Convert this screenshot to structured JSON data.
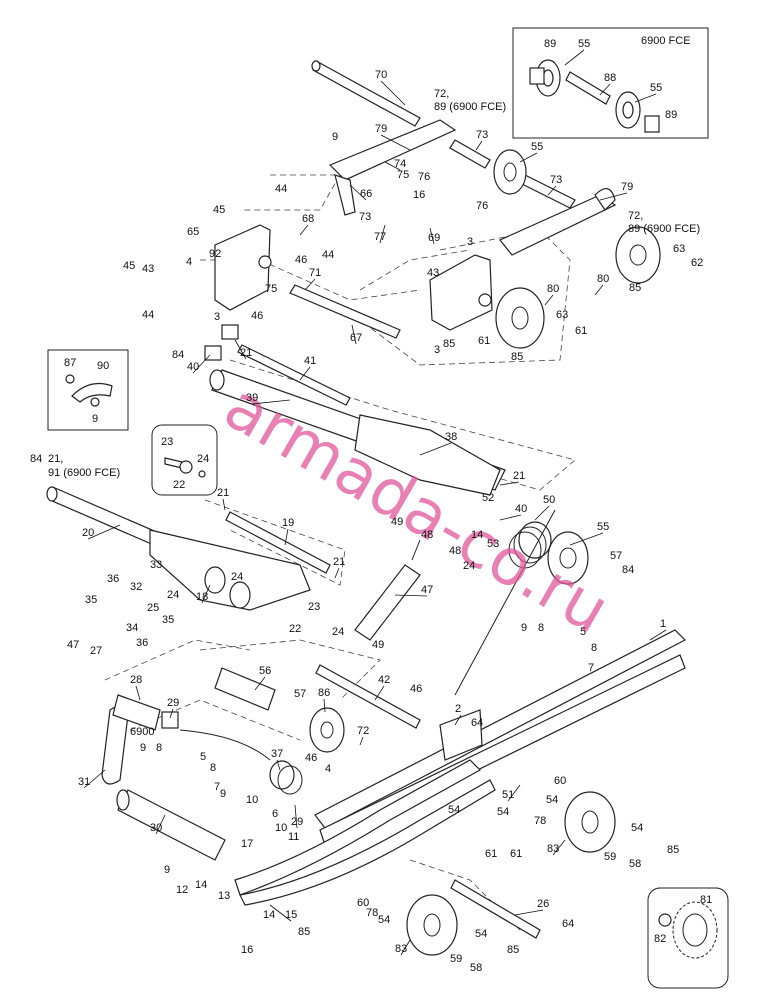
{
  "watermark": "armada-co.ru",
  "callouts": [
    {
      "id": "c-1",
      "text": "1"
    },
    {
      "id": "c-2",
      "text": "2"
    },
    {
      "id": "c-3a",
      "text": "3"
    },
    {
      "id": "c-3b",
      "text": "3"
    },
    {
      "id": "c-3c",
      "text": "3"
    },
    {
      "id": "c-4a",
      "text": "4"
    },
    {
      "id": "c-4b",
      "text": "4"
    },
    {
      "id": "c-5a",
      "text": "5"
    },
    {
      "id": "c-5b",
      "text": "5"
    },
    {
      "id": "c-6",
      "text": "6"
    },
    {
      "id": "c-7a",
      "text": "7"
    },
    {
      "id": "c-7b",
      "text": "7"
    },
    {
      "id": "c-8a",
      "text": "8"
    },
    {
      "id": "c-8b",
      "text": "8"
    },
    {
      "id": "c-8c",
      "text": "8"
    },
    {
      "id": "c-8d",
      "text": "8"
    },
    {
      "id": "c-9a",
      "text": "9"
    },
    {
      "id": "c-9b",
      "text": "9"
    },
    {
      "id": "c-9c",
      "text": "9"
    },
    {
      "id": "c-9d",
      "text": "9"
    },
    {
      "id": "c-9e",
      "text": "9"
    },
    {
      "id": "c-9f",
      "text": "9"
    },
    {
      "id": "c-10a",
      "text": "10"
    },
    {
      "id": "c-10b",
      "text": "10"
    },
    {
      "id": "c-11",
      "text": "11"
    },
    {
      "id": "c-12",
      "text": "12"
    },
    {
      "id": "c-13",
      "text": "13"
    },
    {
      "id": "c-14a",
      "text": "14"
    },
    {
      "id": "c-14b",
      "text": "14"
    },
    {
      "id": "c-14c",
      "text": "14"
    },
    {
      "id": "c-15",
      "text": "15"
    },
    {
      "id": "c-16a",
      "text": "16"
    },
    {
      "id": "c-16b",
      "text": "16"
    },
    {
      "id": "c-17",
      "text": "17"
    },
    {
      "id": "c-18",
      "text": "18"
    },
    {
      "id": "c-19",
      "text": "19"
    },
    {
      "id": "c-20",
      "text": "20"
    },
    {
      "id": "c-21a",
      "text": "21"
    },
    {
      "id": "c-21b",
      "text": "21"
    },
    {
      "id": "c-21c",
      "text": "21"
    },
    {
      "id": "c-21d",
      "text": "21"
    },
    {
      "id": "c-21e",
      "text": "21,"
    },
    {
      "id": "c-91",
      "text": "91 (6900 FCE)"
    },
    {
      "id": "c-22a",
      "text": "22"
    },
    {
      "id": "c-22b",
      "text": "22"
    },
    {
      "id": "c-23a",
      "text": "23"
    },
    {
      "id": "c-23b",
      "text": "23"
    },
    {
      "id": "c-24a",
      "text": "24"
    },
    {
      "id": "c-24b",
      "text": "24"
    },
    {
      "id": "c-24c",
      "text": "24"
    },
    {
      "id": "c-24d",
      "text": "24"
    },
    {
      "id": "c-24e",
      "text": "24"
    },
    {
      "id": "c-25",
      "text": "25"
    },
    {
      "id": "c-26",
      "text": "26"
    },
    {
      "id": "c-27",
      "text": "27"
    },
    {
      "id": "c-28",
      "text": "28"
    },
    {
      "id": "c-29a",
      "text": "29"
    },
    {
      "id": "c-29b",
      "text": "29"
    },
    {
      "id": "c-30",
      "text": "30"
    },
    {
      "id": "c-31",
      "text": "31"
    },
    {
      "id": "c-32",
      "text": "32"
    },
    {
      "id": "c-33",
      "text": "33"
    },
    {
      "id": "c-34",
      "text": "34"
    },
    {
      "id": "c-35a",
      "text": "35"
    },
    {
      "id": "c-35b",
      "text": "35"
    },
    {
      "id": "c-36a",
      "text": "36"
    },
    {
      "id": "c-36b",
      "text": "36"
    },
    {
      "id": "c-37",
      "text": "37"
    },
    {
      "id": "c-38",
      "text": "38"
    },
    {
      "id": "c-39",
      "text": "39"
    },
    {
      "id": "c-40a",
      "text": "40"
    },
    {
      "id": "c-40b",
      "text": "40"
    },
    {
      "id": "c-41",
      "text": "41"
    },
    {
      "id": "c-42",
      "text": "42"
    },
    {
      "id": "c-43a",
      "text": "43"
    },
    {
      "id": "c-43b",
      "text": "43"
    },
    {
      "id": "c-44a",
      "text": "44"
    },
    {
      "id": "c-44b",
      "text": "44"
    },
    {
      "id": "c-44c",
      "text": "44"
    },
    {
      "id": "c-45a",
      "text": "45"
    },
    {
      "id": "c-45b",
      "text": "45"
    },
    {
      "id": "c-46a",
      "text": "46"
    },
    {
      "id": "c-46b",
      "text": "46"
    },
    {
      "id": "c-46c",
      "text": "46"
    },
    {
      "id": "c-46d",
      "text": "46"
    },
    {
      "id": "c-47",
      "text": "47"
    },
    {
      "id": "c-47b",
      "text": "47"
    },
    {
      "id": "c-48a",
      "text": "48"
    },
    {
      "id": "c-48b",
      "text": "48"
    },
    {
      "id": "c-49a",
      "text": "49"
    },
    {
      "id": "c-49b",
      "text": "49"
    },
    {
      "id": "c-50",
      "text": "50"
    },
    {
      "id": "c-51",
      "text": "51"
    },
    {
      "id": "c-52",
      "text": "52"
    },
    {
      "id": "c-53",
      "text": "53"
    },
    {
      "id": "c-54a",
      "text": "54"
    },
    {
      "id": "c-54b",
      "text": "54"
    },
    {
      "id": "c-54c",
      "text": "54"
    },
    {
      "id": "c-54d",
      "text": "54"
    },
    {
      "id": "c-54e",
      "text": "54"
    },
    {
      "id": "c-54f",
      "text": "54"
    },
    {
      "id": "c-55a",
      "text": "55"
    },
    {
      "id": "c-55b",
      "text": "55"
    },
    {
      "id": "c-55c",
      "text": "55"
    },
    {
      "id": "c-55d",
      "text": "55"
    },
    {
      "id": "c-56",
      "text": "56"
    },
    {
      "id": "c-57a",
      "text": "57"
    },
    {
      "id": "c-57b",
      "text": "57"
    },
    {
      "id": "c-58a",
      "text": "58"
    },
    {
      "id": "c-58b",
      "text": "58"
    },
    {
      "id": "c-59a",
      "text": "59"
    },
    {
      "id": "c-59b",
      "text": "59"
    },
    {
      "id": "c-60a",
      "text": "60"
    },
    {
      "id": "c-60b",
      "text": "60"
    },
    {
      "id": "c-61a",
      "text": "61"
    },
    {
      "id": "c-61b",
      "text": "61"
    },
    {
      "id": "c-61c",
      "text": "61"
    },
    {
      "id": "c-61d",
      "text": "61"
    },
    {
      "id": "c-62",
      "text": "62"
    },
    {
      "id": "c-63a",
      "text": "63"
    },
    {
      "id": "c-63b",
      "text": "63"
    },
    {
      "id": "c-64a",
      "text": "64"
    },
    {
      "id": "c-64b",
      "text": "64"
    },
    {
      "id": "c-65",
      "text": "65"
    },
    {
      "id": "c-66",
      "text": "66"
    },
    {
      "id": "c-67",
      "text": "67"
    },
    {
      "id": "c-68",
      "text": "68"
    },
    {
      "id": "c-69",
      "text": "69"
    },
    {
      "id": "c-70",
      "text": "70"
    },
    {
      "id": "c-71",
      "text": "71"
    },
    {
      "id": "c-72a",
      "text": "72,"
    },
    {
      "id": "c-72b",
      "text": "89 (6900 FCE)"
    },
    {
      "id": "c-72c",
      "text": "72,"
    },
    {
      "id": "c-72d",
      "text": "89 (6900 FCE)"
    },
    {
      "id": "c-72e",
      "text": "72"
    },
    {
      "id": "c-73a",
      "text": "73"
    },
    {
      "id": "c-73b",
      "text": "73"
    },
    {
      "id": "c-73c",
      "text": "73"
    },
    {
      "id": "c-74",
      "text": "74"
    },
    {
      "id": "c-75a",
      "text": "75"
    },
    {
      "id": "c-75b",
      "text": "75"
    },
    {
      "id": "c-76a",
      "text": "76"
    },
    {
      "id": "c-76b",
      "text": "76"
    },
    {
      "id": "c-77",
      "text": "77"
    },
    {
      "id": "c-78a",
      "text": "78"
    },
    {
      "id": "c-78b",
      "text": "78"
    },
    {
      "id": "c-79a",
      "text": "79"
    },
    {
      "id": "c-79b",
      "text": "79"
    },
    {
      "id": "c-80a",
      "text": "80"
    },
    {
      "id": "c-80b",
      "text": "80"
    },
    {
      "id": "c-81",
      "text": "81"
    },
    {
      "id": "c-82",
      "text": "82"
    },
    {
      "id": "c-83a",
      "text": "83"
    },
    {
      "id": "c-83b",
      "text": "83"
    },
    {
      "id": "c-84a",
      "text": "84"
    },
    {
      "id": "c-84b",
      "text": "84"
    },
    {
      "id": "c-84c",
      "text": "84"
    },
    {
      "id": "c-85a",
      "text": "85"
    },
    {
      "id": "c-85b",
      "text": "85"
    },
    {
      "id": "c-85c",
      "text": "85"
    },
    {
      "id": "c-85d",
      "text": "85"
    },
    {
      "id": "c-85e",
      "text": "85"
    },
    {
      "id": "c-85f",
      "text": "85"
    },
    {
      "id": "c-86",
      "text": "86"
    },
    {
      "id": "c-87",
      "text": "87"
    },
    {
      "id": "c-88",
      "text": "88"
    },
    {
      "id": "c-89a",
      "text": "89"
    },
    {
      "id": "c-89b",
      "text": "89"
    },
    {
      "id": "c-90",
      "text": "90"
    },
    {
      "id": "c-92",
      "text": "92"
    },
    {
      "id": "c-6900",
      "text": "6900"
    },
    {
      "id": "c-6900fce",
      "text": "6900 FCE"
    }
  ]
}
